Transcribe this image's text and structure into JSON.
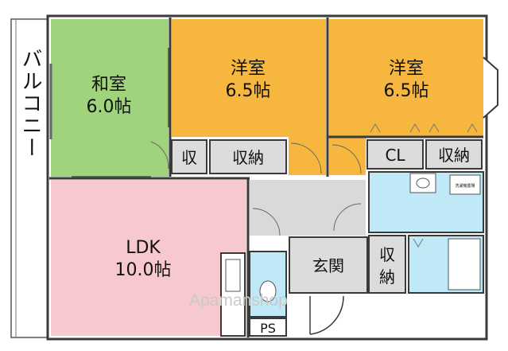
{
  "colors": {
    "wall": "#3a3a3a",
    "japanese_room": "#9fd37c",
    "western_room": "#f7b73f",
    "ldk": "#f7c9cf",
    "entrance": "#d9d9d9",
    "wet_area": "#bfe9f7",
    "storage": "#dcdcdc",
    "balcony": "#ffffff"
  },
  "balcony": {
    "label": "バルコニー"
  },
  "rooms": {
    "washitsu": {
      "name": "和室",
      "size": "6.0帖"
    },
    "yoshitsu_1": {
      "name": "洋室",
      "size": "6.5帖"
    },
    "yoshitsu_2": {
      "name": "洋室",
      "size": "6.5帖"
    },
    "ldk": {
      "name": "LDK",
      "size": "10.0帖"
    }
  },
  "storage": {
    "shu_small": "収",
    "shunou_1": "収納",
    "cl": "CL",
    "shunou_2": "収納",
    "shunou_entrance_line1": "収",
    "shunou_entrance_line2": "納"
  },
  "entrance": {
    "label": "玄関"
  },
  "ps": {
    "label": "PS"
  },
  "washer_label": "洗濯機置場",
  "watermark": "Apamanshop"
}
